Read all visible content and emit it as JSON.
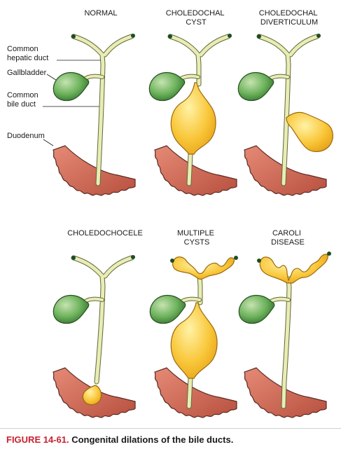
{
  "panels": [
    {
      "title_lines": [
        "NORMAL"
      ]
    },
    {
      "title_lines": [
        "CHOLEDOCHAL",
        "CYST"
      ]
    },
    {
      "title_lines": [
        "CHOLEDOCHAL",
        "DIVERTICULUM"
      ]
    },
    {
      "title_lines": [
        "CHOLEDOCHOCELE"
      ]
    },
    {
      "title_lines": [
        "MULTIPLE",
        "CYSTS"
      ]
    },
    {
      "title_lines": [
        "CAROLI",
        "DISEASE"
      ]
    }
  ],
  "labels": {
    "common_hepatic_duct": [
      "Common",
      "hepatic duct"
    ],
    "gallbladder": "Gallbladder",
    "common_bile_duct": [
      "Common",
      "bile duct"
    ],
    "duodenum": "Duodenum"
  },
  "caption": {
    "figure": "FIGURE 14-61.",
    "text": "Congenital dilations of the bile ducts."
  },
  "colors": {
    "duct": "#e9ecb4",
    "duct_outline": "#5f6a3a",
    "gallbladder": "#4f9a44",
    "dilation": "#f4b51f",
    "duodenum": "#d46d5a",
    "duodenum_outline": "#5a2a22",
    "caption_red": "#c8202f"
  },
  "icons": [
    "gallbladder-icon",
    "duodenum-icon",
    "bile-duct-icon",
    "cyst-icon"
  ]
}
